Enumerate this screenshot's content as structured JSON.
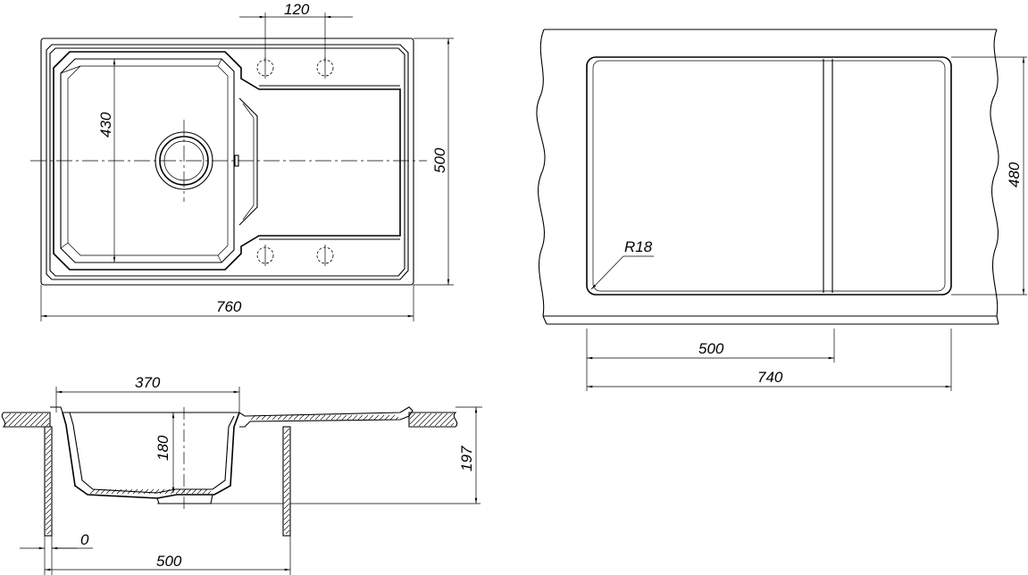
{
  "top_view": {
    "dim_width": "760",
    "dim_height": "500",
    "dim_bowl_depth": "430",
    "dim_tap_spacing": "120"
  },
  "cutout_view": {
    "dim_width": "740",
    "dim_height": "480",
    "dim_bowl_width": "500",
    "dim_radius": "R18"
  },
  "section_view": {
    "dim_bowl_width": "370",
    "dim_bowl_height": "180",
    "dim_total_height": "197",
    "dim_offset": "0",
    "dim_cabinet": "500"
  }
}
